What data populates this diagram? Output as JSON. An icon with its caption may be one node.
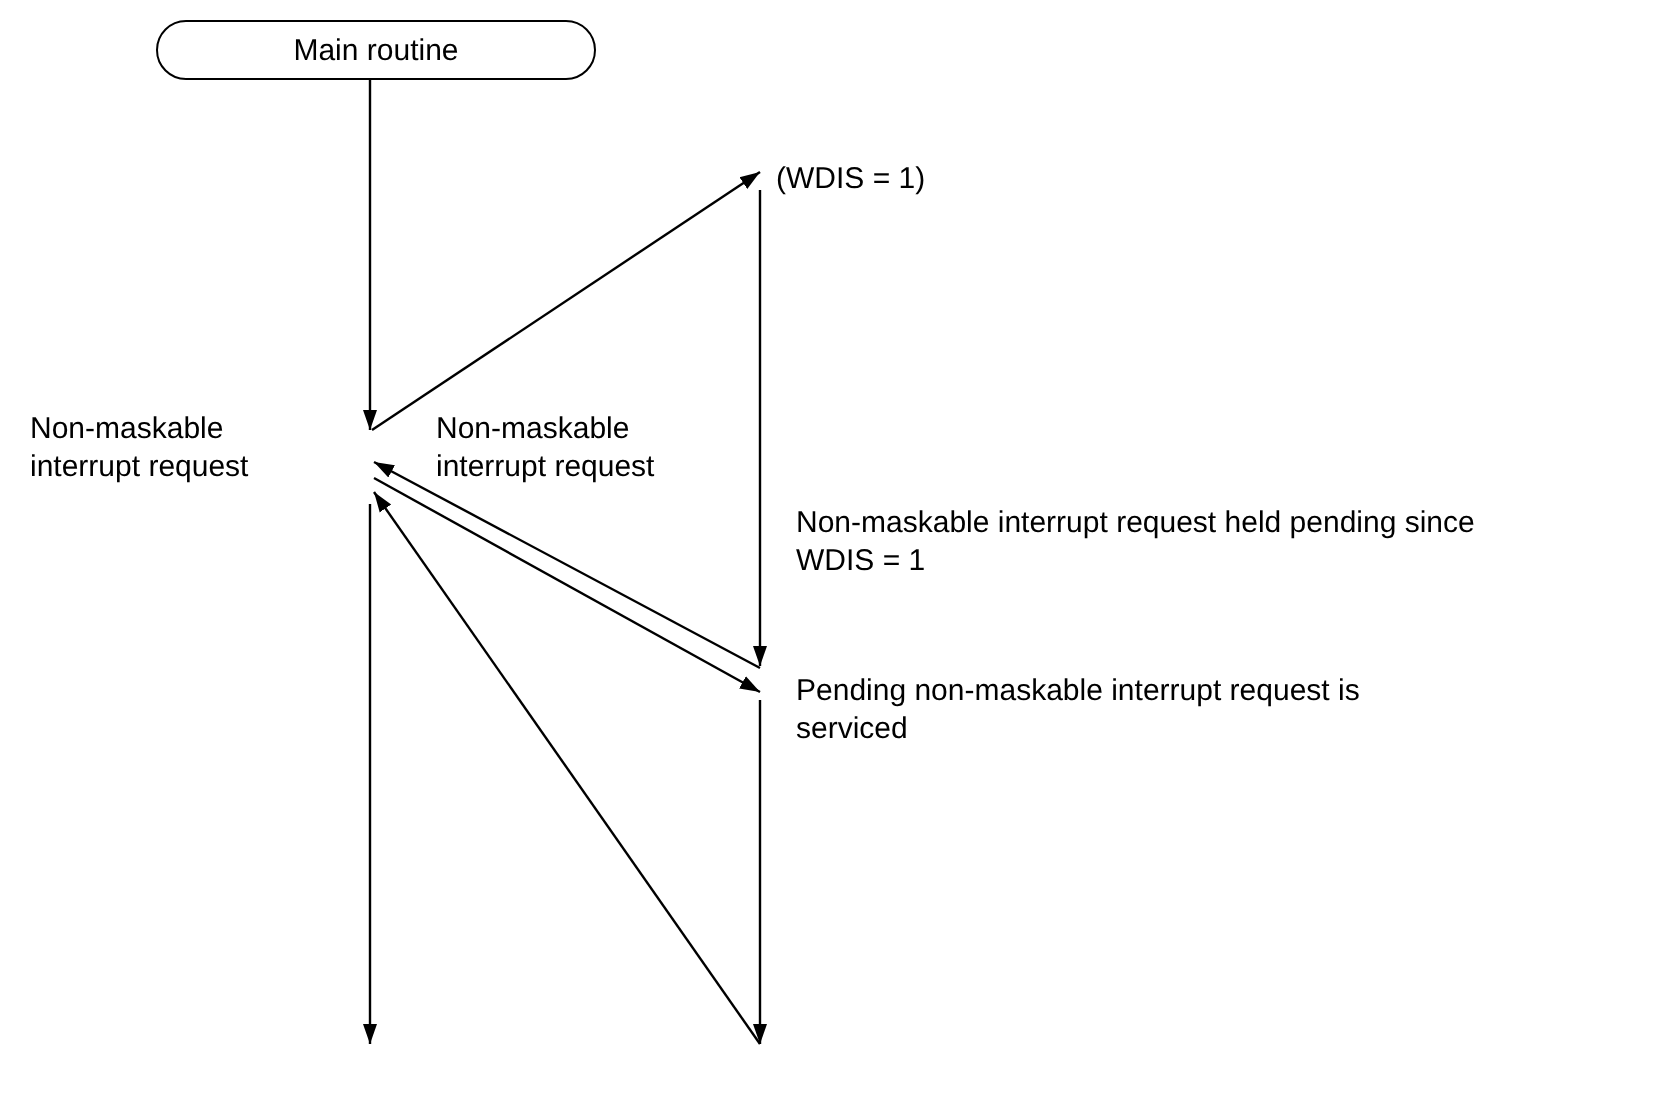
{
  "diagram": {
    "nodes": [
      {
        "text": [
          "Main routine"
        ]
      },
      {
        "text": [
          "Non-maskable interrupt request"
        ]
      },
      {
        "text": [
          "(WDIS = 1)"
        ]
      },
      {
        "text": [
          "Pending non-maskable interrupt request is serviced"
        ]
      }
    ],
    "edges": [
      {
        "from": 0,
        "to": 1,
        "arrow": "to"
      },
      {
        "from": 1,
        "to": 2,
        "arrow": "to"
      },
      {
        "from": 2,
        "to": 3,
        "arrow": "to",
        "label": "Non-maskable interrupt request held pending since WDIS = 1"
      },
      {
        "from": 3,
        "to": 1,
        "arrow": "to",
        "label": "Non-maskable interrupt request"
      },
      {
        "from": 1,
        "to": 3,
        "arrow": "to"
      },
      {
        "from": 3,
        "to": null,
        "arrow": "to"
      },
      {
        "from": null,
        "to": 1,
        "arrow": "to"
      },
      {
        "from": 1,
        "to": null,
        "arrow": "to"
      }
    ]
  }
}
